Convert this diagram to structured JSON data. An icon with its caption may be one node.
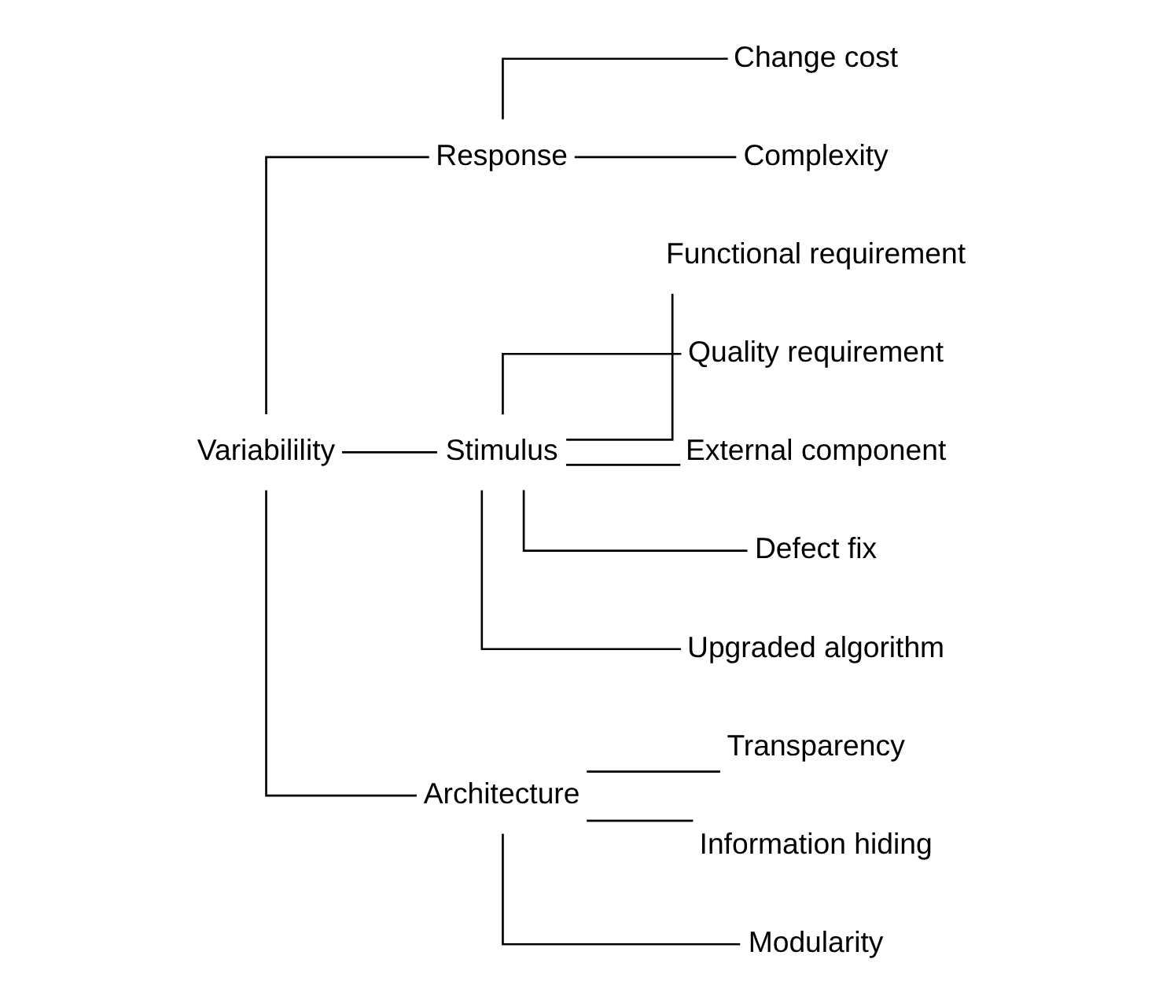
{
  "diagram": {
    "nodes": [
      {
        "text": [
          "Variabilility"
        ]
      },
      {
        "text": [
          "Response"
        ]
      },
      {
        "text": [
          "Change cost"
        ]
      },
      {
        "text": [
          "Complexity"
        ]
      },
      {
        "text": [
          "Stimulus"
        ]
      },
      {
        "text": [
          "Functional requirement"
        ]
      },
      {
        "text": [
          "Quality requirement"
        ]
      },
      {
        "text": [
          "External component"
        ]
      },
      {
        "text": [
          "Defect fix"
        ]
      },
      {
        "text": [
          "Upgraded algorithm"
        ]
      },
      {
        "text": [
          "Architecture"
        ]
      },
      {
        "text": [
          "Transparency"
        ]
      },
      {
        "text": [
          "Information hiding"
        ]
      },
      {
        "text": [
          "Modularity"
        ]
      }
    ],
    "edges": [
      {
        "from": 0,
        "to": 1,
        "arrow": "none"
      },
      {
        "from": 0,
        "to": 4,
        "arrow": "none"
      },
      {
        "from": 0,
        "to": 10,
        "arrow": "none"
      },
      {
        "from": 1,
        "to": 2,
        "arrow": "none"
      },
      {
        "from": 1,
        "to": 3,
        "arrow": "none"
      },
      {
        "from": 4,
        "to": 5,
        "arrow": "none"
      },
      {
        "from": 4,
        "to": 6,
        "arrow": "none"
      },
      {
        "from": 4,
        "to": 7,
        "arrow": "none"
      },
      {
        "from": 4,
        "to": 8,
        "arrow": "none"
      },
      {
        "from": 4,
        "to": 9,
        "arrow": "none"
      },
      {
        "from": 10,
        "to": 11,
        "arrow": "none"
      },
      {
        "from": 10,
        "to": 12,
        "arrow": "none"
      },
      {
        "from": 10,
        "to": 13,
        "arrow": "none"
      }
    ]
  }
}
